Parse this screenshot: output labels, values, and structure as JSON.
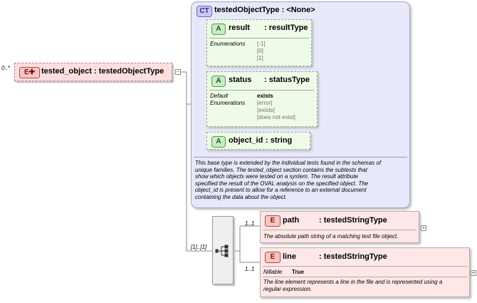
{
  "root_element": {
    "multiplicity": "0..*",
    "badge": "E",
    "name": "tested_object",
    "type": "testedObjectType"
  },
  "complex_type": {
    "badge": "CT",
    "name": "testedObjectType",
    "base": "<None>",
    "attributes": [
      {
        "badge": "A",
        "name": "result",
        "type": ": resultType",
        "enumerations_label": "Enumerations",
        "enumerations": [
          "[-1]",
          "[0]",
          "[1]"
        ]
      },
      {
        "badge": "A",
        "name": "status",
        "type": ": statusType",
        "default_label": "Default",
        "default_value": "exists",
        "enumerations_label": "Enumerations",
        "enumerations": [
          "[error]",
          "[exists]",
          "[does not exist]"
        ]
      },
      {
        "badge": "A",
        "name": "object_id",
        "type": ": string"
      }
    ],
    "documentation_lines": [
      "This base type is extended by the individual tests found in the schemas of",
      "unique families.  The tested_object section contains the subtests that",
      "show which objects were tested on a system.  The result attribute",
      "specified the result of the OVAL analysis on the specified object. The",
      "object_id is present to allow for a reference to an external document",
      "containing the data about the object."
    ]
  },
  "sequence": {
    "multiplicity": "[1]..[1]"
  },
  "children": [
    {
      "multiplicity": "1..1",
      "badge": "E",
      "name": "path",
      "type": ": testedStringType",
      "description": "The absolute path string of a matching text file object."
    },
    {
      "multiplicity": "1..1",
      "badge": "E",
      "name": "line",
      "type": ": testedStringType",
      "nillable_label": "Nillable",
      "nillable_value": "True",
      "description_lines": [
        "The line element represents a line in the file and is represented using a",
        "regular expression."
      ]
    }
  ]
}
